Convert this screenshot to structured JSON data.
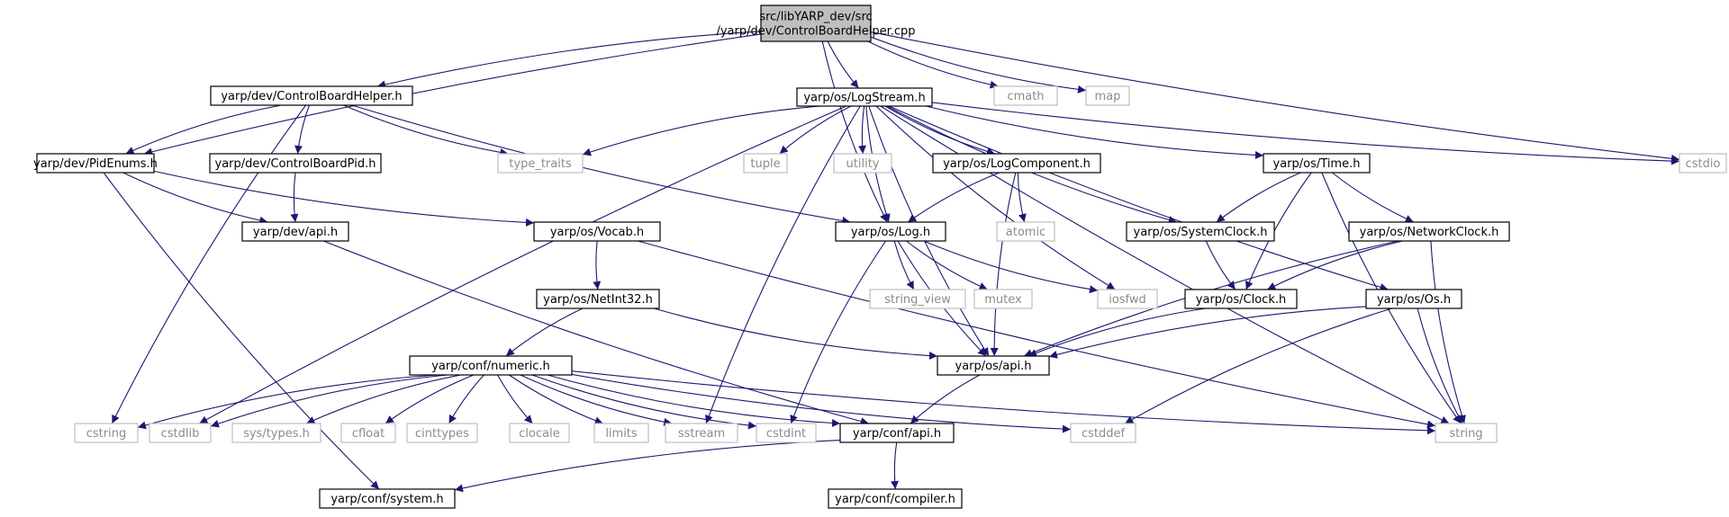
{
  "graph": {
    "nodes": [
      {
        "id": "root",
        "lines": [
          "src/libYARP_dev/src",
          "/yarp/dev/ControlBoardHelper.cpp"
        ],
        "kind": "root"
      },
      {
        "id": "cbhelper",
        "lines": [
          "yarp/dev/ControlBoardHelper.h"
        ],
        "kind": "doc"
      },
      {
        "id": "logstream",
        "lines": [
          "yarp/os/LogStream.h"
        ],
        "kind": "doc"
      },
      {
        "id": "cmath",
        "lines": [
          "cmath"
        ],
        "kind": "sys"
      },
      {
        "id": "map",
        "lines": [
          "map"
        ],
        "kind": "sys"
      },
      {
        "id": "pidenums",
        "lines": [
          "yarp/dev/PidEnums.h"
        ],
        "kind": "doc"
      },
      {
        "id": "cbpid",
        "lines": [
          "yarp/dev/ControlBoardPid.h"
        ],
        "kind": "doc"
      },
      {
        "id": "typetraits",
        "lines": [
          "type_traits"
        ],
        "kind": "sys"
      },
      {
        "id": "tuple",
        "lines": [
          "tuple"
        ],
        "kind": "sys"
      },
      {
        "id": "utility",
        "lines": [
          "utility"
        ],
        "kind": "sys"
      },
      {
        "id": "logcomponent",
        "lines": [
          "yarp/os/LogComponent.h"
        ],
        "kind": "doc"
      },
      {
        "id": "time",
        "lines": [
          "yarp/os/Time.h"
        ],
        "kind": "doc"
      },
      {
        "id": "cstdio",
        "lines": [
          "cstdio"
        ],
        "kind": "sys"
      },
      {
        "id": "devapi",
        "lines": [
          "yarp/dev/api.h"
        ],
        "kind": "doc"
      },
      {
        "id": "vocab",
        "lines": [
          "yarp/os/Vocab.h"
        ],
        "kind": "doc"
      },
      {
        "id": "log",
        "lines": [
          "yarp/os/Log.h"
        ],
        "kind": "doc"
      },
      {
        "id": "atomic",
        "lines": [
          "atomic"
        ],
        "kind": "sys"
      },
      {
        "id": "sysclock",
        "lines": [
          "yarp/os/SystemClock.h"
        ],
        "kind": "doc"
      },
      {
        "id": "netclock",
        "lines": [
          "yarp/os/NetworkClock.h"
        ],
        "kind": "doc"
      },
      {
        "id": "netint32",
        "lines": [
          "yarp/os/NetInt32.h"
        ],
        "kind": "doc"
      },
      {
        "id": "stringview",
        "lines": [
          "string_view"
        ],
        "kind": "sys"
      },
      {
        "id": "mutex",
        "lines": [
          "mutex"
        ],
        "kind": "sys"
      },
      {
        "id": "iosfwd",
        "lines": [
          "iosfwd"
        ],
        "kind": "sys"
      },
      {
        "id": "clock",
        "lines": [
          "yarp/os/Clock.h"
        ],
        "kind": "doc"
      },
      {
        "id": "osos",
        "lines": [
          "yarp/os/Os.h"
        ],
        "kind": "doc"
      },
      {
        "id": "numeric",
        "lines": [
          "yarp/conf/numeric.h"
        ],
        "kind": "doc"
      },
      {
        "id": "osapi",
        "lines": [
          "yarp/os/api.h"
        ],
        "kind": "doc"
      },
      {
        "id": "cstring",
        "lines": [
          "cstring"
        ],
        "kind": "sys"
      },
      {
        "id": "cstdlib",
        "lines": [
          "cstdlib"
        ],
        "kind": "sys"
      },
      {
        "id": "systypes",
        "lines": [
          "sys/types.h"
        ],
        "kind": "sys"
      },
      {
        "id": "cfloat",
        "lines": [
          "cfloat"
        ],
        "kind": "sys"
      },
      {
        "id": "cinttypes",
        "lines": [
          "cinttypes"
        ],
        "kind": "sys"
      },
      {
        "id": "clocale",
        "lines": [
          "clocale"
        ],
        "kind": "sys"
      },
      {
        "id": "limits",
        "lines": [
          "limits"
        ],
        "kind": "sys"
      },
      {
        "id": "sstream",
        "lines": [
          "sstream"
        ],
        "kind": "sys"
      },
      {
        "id": "cstdint",
        "lines": [
          "cstdint"
        ],
        "kind": "sys"
      },
      {
        "id": "confapi",
        "lines": [
          "yarp/conf/api.h"
        ],
        "kind": "doc"
      },
      {
        "id": "cstddef",
        "lines": [
          "cstddef"
        ],
        "kind": "sys"
      },
      {
        "id": "string",
        "lines": [
          "string"
        ],
        "kind": "sys"
      },
      {
        "id": "confsystem",
        "lines": [
          "yarp/conf/system.h"
        ],
        "kind": "doc"
      },
      {
        "id": "confcompiler",
        "lines": [
          "yarp/conf/compiler.h"
        ],
        "kind": "doc"
      }
    ],
    "edges": [
      [
        "root",
        "cbhelper"
      ],
      [
        "root",
        "logstream"
      ],
      [
        "root",
        "cmath"
      ],
      [
        "root",
        "map"
      ],
      [
        "root",
        "pidenums"
      ],
      [
        "root",
        "log"
      ],
      [
        "root",
        "cstdio"
      ],
      [
        "cbhelper",
        "pidenums"
      ],
      [
        "cbhelper",
        "cbpid"
      ],
      [
        "cbhelper",
        "typetraits"
      ],
      [
        "cbhelper",
        "log"
      ],
      [
        "cbhelper",
        "cstring"
      ],
      [
        "pidenums",
        "devapi"
      ],
      [
        "pidenums",
        "vocab"
      ],
      [
        "pidenums",
        "confsystem"
      ],
      [
        "cbpid",
        "devapi"
      ],
      [
        "devapi",
        "confapi"
      ],
      [
        "logstream",
        "typetraits"
      ],
      [
        "logstream",
        "tuple"
      ],
      [
        "logstream",
        "utility"
      ],
      [
        "logstream",
        "logcomponent"
      ],
      [
        "logstream",
        "log"
      ],
      [
        "logstream",
        "iosfwd"
      ],
      [
        "logstream",
        "time"
      ],
      [
        "logstream",
        "cstdio"
      ],
      [
        "logstream",
        "sysclock"
      ],
      [
        "logstream",
        "osos"
      ],
      [
        "logstream",
        "string"
      ],
      [
        "logstream",
        "cstdlib"
      ],
      [
        "logstream",
        "sstream"
      ],
      [
        "logstream",
        "osapi"
      ],
      [
        "logcomponent",
        "log"
      ],
      [
        "logcomponent",
        "atomic"
      ],
      [
        "logcomponent",
        "osapi"
      ],
      [
        "time",
        "sysclock"
      ],
      [
        "time",
        "netclock"
      ],
      [
        "time",
        "clock"
      ],
      [
        "time",
        "string"
      ],
      [
        "sysclock",
        "clock"
      ],
      [
        "netclock",
        "clock"
      ],
      [
        "netclock",
        "osapi"
      ],
      [
        "netclock",
        "string"
      ],
      [
        "clock",
        "osapi"
      ],
      [
        "osos",
        "osapi"
      ],
      [
        "osos",
        "cstddef"
      ],
      [
        "osos",
        "string"
      ],
      [
        "log",
        "stringview"
      ],
      [
        "log",
        "mutex"
      ],
      [
        "log",
        "iosfwd"
      ],
      [
        "log",
        "cstdint"
      ],
      [
        "log",
        "osapi"
      ],
      [
        "vocab",
        "netint32"
      ],
      [
        "vocab",
        "string"
      ],
      [
        "netint32",
        "numeric"
      ],
      [
        "netint32",
        "osapi"
      ],
      [
        "numeric",
        "cstring"
      ],
      [
        "numeric",
        "cstdlib"
      ],
      [
        "numeric",
        "systypes"
      ],
      [
        "numeric",
        "cfloat"
      ],
      [
        "numeric",
        "cinttypes"
      ],
      [
        "numeric",
        "clocale"
      ],
      [
        "numeric",
        "limits"
      ],
      [
        "numeric",
        "sstream"
      ],
      [
        "numeric",
        "cstdint"
      ],
      [
        "numeric",
        "confapi"
      ],
      [
        "numeric",
        "cstddef"
      ],
      [
        "numeric",
        "string"
      ],
      [
        "osapi",
        "confapi"
      ],
      [
        "confapi",
        "confsystem"
      ],
      [
        "confapi",
        "confcompiler"
      ]
    ]
  }
}
